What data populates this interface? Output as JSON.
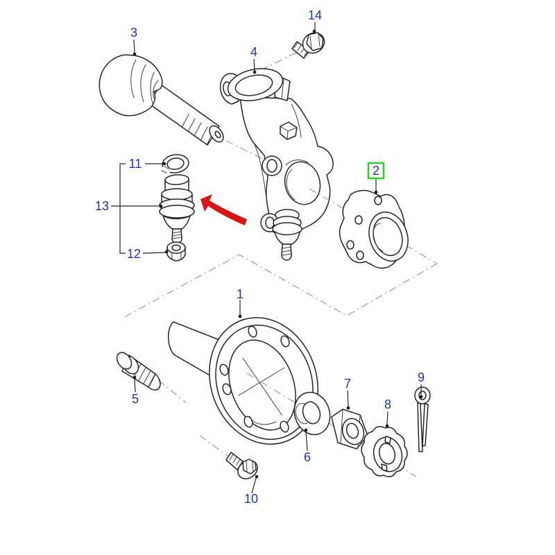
{
  "diagram": {
    "type": "exploded-parts-diagram",
    "background": "#ffffff",
    "selected_callout": "2"
  },
  "colors": {
    "callout_text": "#2233aa",
    "highlight_box": "#2ecc2e",
    "arrow_red": "#d81616",
    "part_outline": "#232323",
    "centerline_gray": "#9b9b9b"
  },
  "callouts": [
    {
      "label": "1",
      "highlighted": false
    },
    {
      "label": "2",
      "highlighted": true
    },
    {
      "label": "3",
      "highlighted": false
    },
    {
      "label": "4",
      "highlighted": false
    },
    {
      "label": "5",
      "highlighted": false
    },
    {
      "label": "6",
      "highlighted": false
    },
    {
      "label": "7",
      "highlighted": false
    },
    {
      "label": "8",
      "highlighted": false
    },
    {
      "label": "9",
      "highlighted": false
    },
    {
      "label": "10",
      "highlighted": false
    },
    {
      "label": "11",
      "highlighted": false
    },
    {
      "label": "12",
      "highlighted": false
    },
    {
      "label": "13",
      "highlighted": false
    },
    {
      "label": "14",
      "highlighted": false
    }
  ]
}
